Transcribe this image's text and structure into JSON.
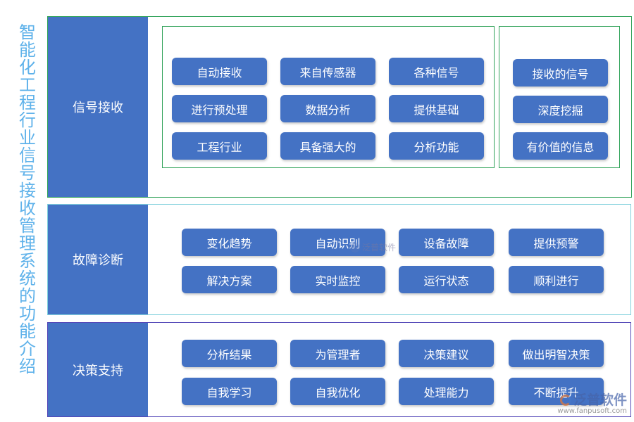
{
  "side_title": [
    "智",
    "能",
    "化",
    "工",
    "程",
    "行",
    "业",
    "信",
    "号",
    "接",
    "收",
    "管",
    "理",
    "系",
    "统",
    "的",
    "功",
    "能",
    "介",
    "绍"
  ],
  "sections": {
    "signal": {
      "label": "信号接收",
      "group_a": [
        "自动接收",
        "来自传感器",
        "各种信号",
        "进行预处理",
        "数据分析",
        "提供基础",
        "工程行业",
        "具备强大的",
        "分析功能"
      ],
      "group_b": [
        "接收的信号",
        "深度挖掘",
        "有价值的信息"
      ]
    },
    "fault": {
      "label": "故障诊断",
      "items": [
        "变化趋势",
        "自动识别",
        "设备故障",
        "提供预警",
        "解决方案",
        "实时监控",
        "运行状态",
        "顺利进行"
      ]
    },
    "decision": {
      "label": "决策支持",
      "items": [
        "分析结果",
        "为管理者",
        "决策建议",
        "做出明智决策",
        "自我学习",
        "自我优化",
        "处理能力",
        "不断提升"
      ]
    }
  },
  "watermark": {
    "center_text": "泛普软件",
    "corner_brand": "泛普软件",
    "corner_url": "www.fanpusoft.com"
  },
  "colors": {
    "pill": "#4472c4",
    "title": "#5fb2ea",
    "border_signal": "#31a35a",
    "border_fault": "#7fd0dc",
    "border_decision": "#5448b8"
  }
}
